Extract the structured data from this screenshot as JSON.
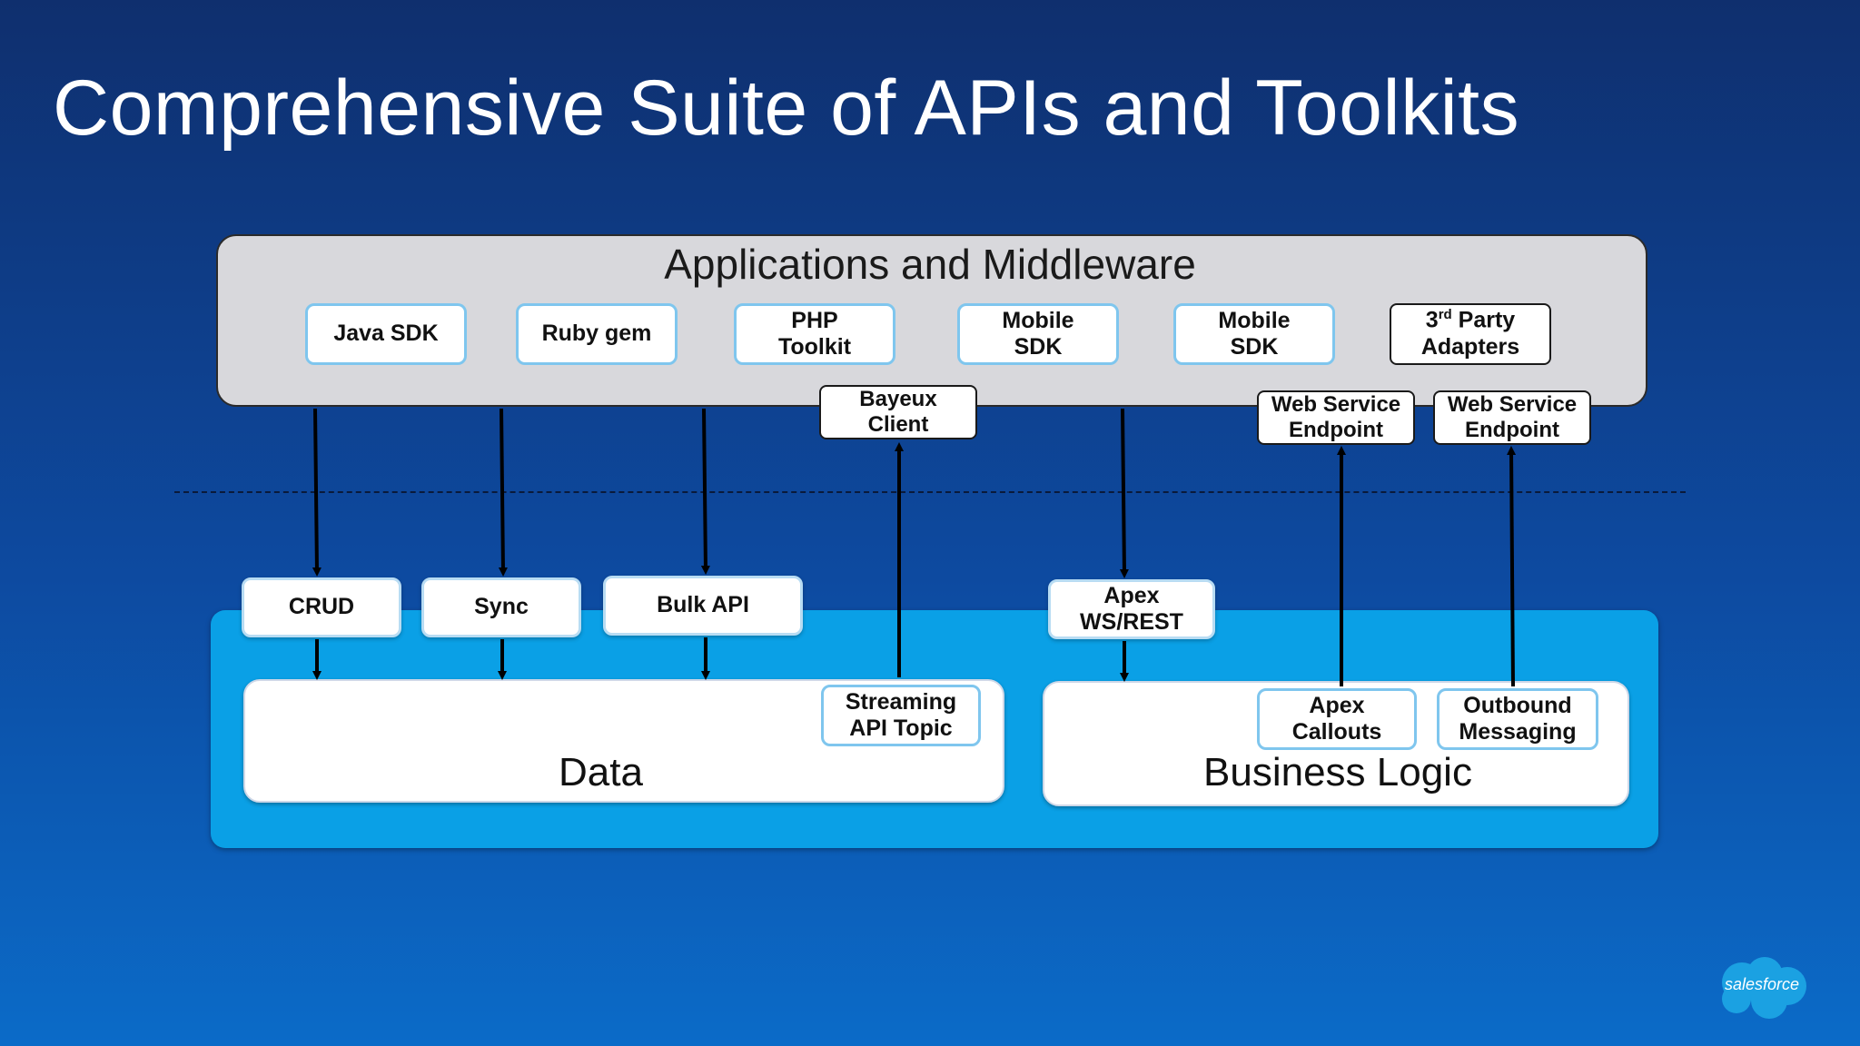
{
  "title": "Comprehensive Suite of APIs and Toolkits",
  "top_panel": {
    "label": "Applications and Middleware"
  },
  "top_boxes": {
    "java_sdk": "Java SDK",
    "ruby_gem": "Ruby gem",
    "php_toolkit": "PHP\nToolkit",
    "mobile_sdk_1": "Mobile\nSDK",
    "mobile_sdk_2": "Mobile\nSDK",
    "third_party_num": "3",
    "third_party_sup": "rd",
    "third_party_rest": " Party",
    "third_party_line2": "Adapters"
  },
  "connectors": {
    "bayeux_client": "Bayeux\nClient",
    "web_service_endpoint_1": "Web  Service\nEndpoint",
    "web_service_endpoint_2": "Web  Service\nEndpoint"
  },
  "api_boxes": {
    "crud": "CRUD",
    "sync": "Sync",
    "bulk_api": "Bulk API",
    "apex_ws_rest": "Apex\nWS/REST"
  },
  "data_panel": {
    "label": "Data",
    "streaming": "Streaming\nAPI Topic"
  },
  "logic_panel": {
    "label": "Business Logic",
    "apex_callouts": "Apex\nCallouts",
    "outbound_messaging": "Outbound\nMessaging"
  },
  "logo": {
    "text": "salesforce",
    "color": "#1ba1e2"
  }
}
